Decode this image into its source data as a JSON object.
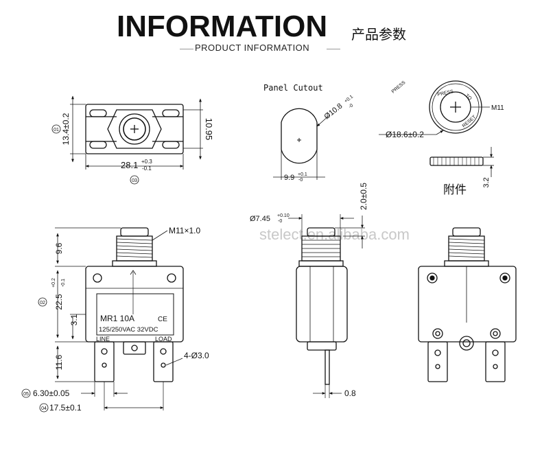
{
  "header": {
    "title": "INFORMATION",
    "title_cn": "产品参数",
    "subtitle": "PRODUCT INFORMATION"
  },
  "top_view": {
    "marker_d1": "01",
    "dim_height": "13.4±0.2",
    "dim_height2": "10.95",
    "dim_width_base": "28.1",
    "dim_width_tol_up": "+0.3",
    "dim_width_tol_dn": "-0.1",
    "marker_d3": "03"
  },
  "panel_cutout": {
    "title": "Panel Cutout",
    "dim_dia": "Ø10.8",
    "dim_dia_tol_up": "+0.1",
    "dim_dia_tol_dn": "-0",
    "dim_flat": "9.9",
    "dim_flat_tol_up": "+0.1",
    "dim_flat_tol_dn": "-0"
  },
  "accessory": {
    "press_label_outer": "PRESS",
    "press_label_inner": "PRESS",
    "to_label": "TO",
    "reset_label": "RESET",
    "thread_label": "M11",
    "dim_dia": "Ø18.6±0.2",
    "dim_thickness": "3.2",
    "caption_cn": "附件"
  },
  "front_view": {
    "thread_label": "M11×1.0",
    "dim_button": "9.6",
    "marker_d2": "02",
    "dim_body": "22.5",
    "dim_body_tol_up": "+0.2",
    "dim_body_tol_dn": "-0.1",
    "dim_small": "3.1",
    "dim_terminal": "11.6",
    "model": "MR1  10A",
    "rating": "125/250VAC  32VDC",
    "ce_mark": "CE",
    "line_label": "LINE",
    "load_label": "LOAD",
    "hole_label": "4-Ø3.0",
    "marker_d5": "05",
    "dim_term_width": "6.30±0.05",
    "marker_d4": "04",
    "dim_pitch": "17.5±0.1"
  },
  "side_view": {
    "dim_thread": "Ø7.45",
    "dim_thread_tol_up": "+0.10",
    "dim_thread_tol_dn": "-0",
    "dim_cap": "2.0±0.5",
    "dim_terminal_thk": "0.8"
  },
  "watermark": "stelect.en.alibaba.com"
}
